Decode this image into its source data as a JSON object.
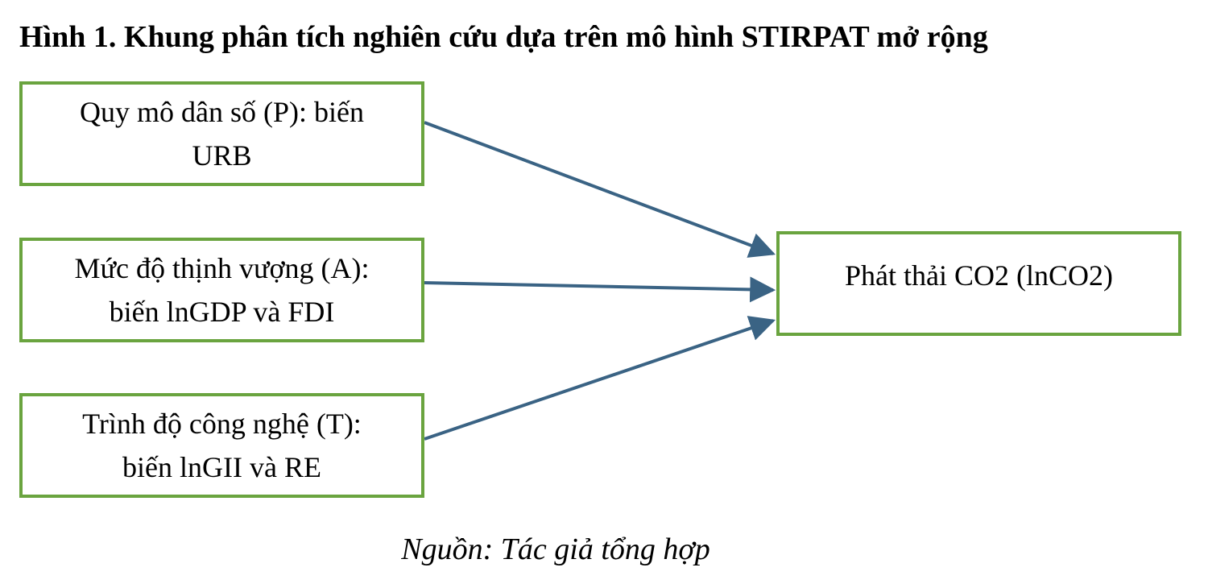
{
  "title": "Hình 1. Khung phân tích nghiên cứu dựa trên mô hình STIRPAT mở rộng",
  "nodes": {
    "population": "Quy mô dân số (P): biến\nURB",
    "affluence": "Mức độ thịnh vượng (A):\nbiến lnGDP và FDI",
    "technology": "Trình độ công nghệ (T):\nbiến lnGII và RE",
    "emissions": "Phát thải CO2 (lnCO2)"
  },
  "source": "Nguồn: Tác giả tổng hợp",
  "colors": {
    "box_border": "#6aa43f",
    "arrow": "#3a6384"
  }
}
